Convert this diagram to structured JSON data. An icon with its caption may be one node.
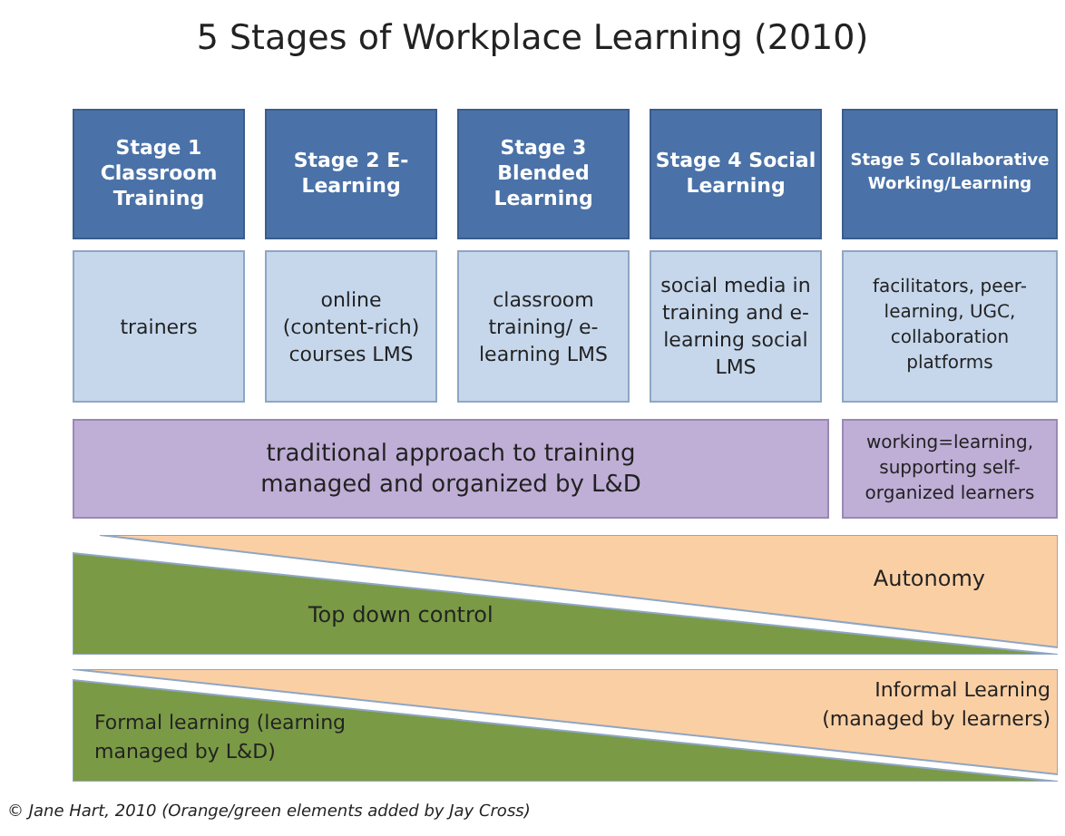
{
  "diagram": {
    "title": "5 Stages of Workplace Learning (2010)",
    "caption": "© Jane Hart, 2010  (Orange/green elements added by Jay Cross)",
    "nodes": [
      {
        "text": [
          "Stage 1 Classroom Training"
        ]
      },
      {
        "text": [
          "Stage 2 E-Learning"
        ]
      },
      {
        "text": [
          "Stage 3 Blended Learning"
        ]
      },
      {
        "text": [
          "Stage 4 Social Learning"
        ]
      },
      {
        "text": [
          "Stage 5 Collaborative Working/Learning"
        ]
      },
      {
        "text": [
          "trainers"
        ]
      },
      {
        "text": [
          "online (content-rich) courses LMS"
        ]
      },
      {
        "text": [
          "classroom training/ e-learning LMS"
        ]
      },
      {
        "text": [
          "social media in training and e-learning social LMS"
        ]
      },
      {
        "text": [
          "facilitators, peer-learning, UGC, collaboration platforms"
        ]
      },
      {
        "text": [
          "traditional approach to training managed and organized by L&D"
        ]
      },
      {
        "text": [
          "working=learning, supporting self-organized learners"
        ]
      },
      {
        "text": [
          "Autonomy"
        ]
      },
      {
        "text": [
          "Top down control"
        ]
      },
      {
        "text": [
          "Informal Learning (managed by learners)"
        ]
      },
      {
        "text": [
          "Formal learning (learning managed by L&D)"
        ]
      }
    ],
    "edges": []
  }
}
